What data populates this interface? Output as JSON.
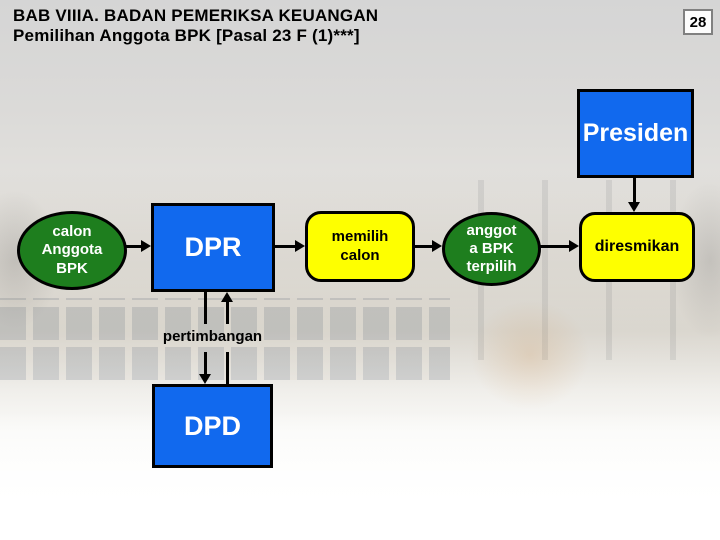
{
  "slide": {
    "title_line1": "BAB VIIIA. BADAN PEMERIKSA KEUANGAN",
    "title_line2": "Pemilihan Anggota BPK [Pasal 23 F (1)***]",
    "page_number": "28"
  },
  "colors": {
    "node_blue": "#1169ee",
    "node_green": "#1e7e1e",
    "node_yellow": "#feff00",
    "outline": "#000000",
    "text_on_blue": "#ffffff",
    "text_on_green": "#ffffff",
    "text_on_yellow": "#000000",
    "background_top": "#d5d5d5",
    "background_bottom": "#ffffff"
  },
  "diagram": {
    "nodes": {
      "presiden": {
        "shape": "rectangle",
        "fill": "#1169ee",
        "label": "Presiden"
      },
      "calon": {
        "shape": "ellipse",
        "fill": "#1e7e1e",
        "line1": "calon",
        "line2": "Anggota",
        "line3": "BPK"
      },
      "dpr": {
        "shape": "rectangle",
        "fill": "#1169ee",
        "label": "DPR"
      },
      "memilih": {
        "shape": "rounded-rectangle",
        "fill": "#feff00",
        "line1": "memilih",
        "line2": "calon"
      },
      "anggota": {
        "shape": "ellipse",
        "fill": "#1e7e1e",
        "line1": "anggot",
        "line2": "a BPK",
        "line3": "terpilih"
      },
      "diresmikan": {
        "shape": "rounded-rectangle",
        "fill": "#feff00",
        "label": "diresmikan"
      },
      "dpd": {
        "shape": "rectangle",
        "fill": "#1169ee",
        "label": "DPD"
      }
    },
    "edges": [
      {
        "from": "calon",
        "to": "dpr",
        "label": ""
      },
      {
        "from": "dpr",
        "to": "memilih",
        "label": ""
      },
      {
        "from": "memilih",
        "to": "anggota",
        "label": ""
      },
      {
        "from": "anggota",
        "to": "diresmikan",
        "label": ""
      },
      {
        "from": "presiden",
        "to": "diresmikan",
        "label": ""
      },
      {
        "from": "dpr",
        "to": "dpd",
        "label": "pertimbangan"
      },
      {
        "from": "dpd",
        "to": "dpr",
        "label": "pertimbangan"
      }
    ],
    "pertimbangan_label": "pertimbangan"
  }
}
